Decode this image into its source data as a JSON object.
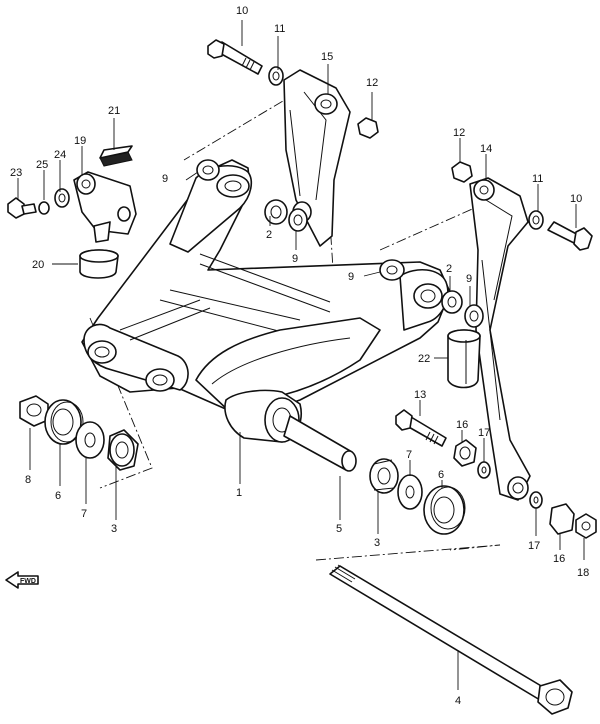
{
  "diagram": {
    "direction_label": "FWD",
    "callouts": [
      {
        "id": "c1",
        "label": "1"
      },
      {
        "id": "c2a",
        "label": "2"
      },
      {
        "id": "c2b",
        "label": "2"
      },
      {
        "id": "c3a",
        "label": "3"
      },
      {
        "id": "c3b",
        "label": "3"
      },
      {
        "id": "c4",
        "label": "4"
      },
      {
        "id": "c5",
        "label": "5"
      },
      {
        "id": "c6a",
        "label": "6"
      },
      {
        "id": "c6b",
        "label": "6"
      },
      {
        "id": "c7a",
        "label": "7"
      },
      {
        "id": "c7b",
        "label": "7"
      },
      {
        "id": "c8",
        "label": "8"
      },
      {
        "id": "c9a",
        "label": "9"
      },
      {
        "id": "c9b",
        "label": "9"
      },
      {
        "id": "c9c",
        "label": "9"
      },
      {
        "id": "c9d",
        "label": "9"
      },
      {
        "id": "c10a",
        "label": "10"
      },
      {
        "id": "c10b",
        "label": "10"
      },
      {
        "id": "c11a",
        "label": "11"
      },
      {
        "id": "c11b",
        "label": "11"
      },
      {
        "id": "c12a",
        "label": "12"
      },
      {
        "id": "c12b",
        "label": "12"
      },
      {
        "id": "c13",
        "label": "13"
      },
      {
        "id": "c14",
        "label": "14"
      },
      {
        "id": "c15",
        "label": "15"
      },
      {
        "id": "c16a",
        "label": "16"
      },
      {
        "id": "c16b",
        "label": "16"
      },
      {
        "id": "c17a",
        "label": "17"
      },
      {
        "id": "c17b",
        "label": "17"
      },
      {
        "id": "c18",
        "label": "18"
      },
      {
        "id": "c19",
        "label": "19"
      },
      {
        "id": "c20",
        "label": "20"
      },
      {
        "id": "c21",
        "label": "21"
      },
      {
        "id": "c22",
        "label": "22"
      },
      {
        "id": "c23",
        "label": "23"
      },
      {
        "id": "c24",
        "label": "24"
      },
      {
        "id": "c25",
        "label": "25"
      }
    ]
  }
}
